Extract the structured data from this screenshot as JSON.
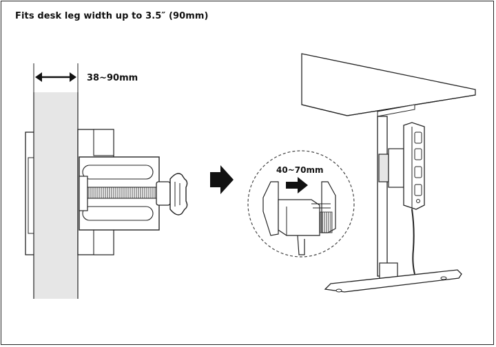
{
  "header": {
    "title": "Fits desk leg width up to 3.5″ (90mm)"
  },
  "left_detail": {
    "leg_width_label": "38~90mm"
  },
  "inset_detail": {
    "clamp_range_label": "40~70mm"
  },
  "icons": {
    "transition_arrow": "right-arrow-icon",
    "range_arrow": "right-arrow-icon"
  },
  "colors": {
    "line": "#222222",
    "leg_fill": "#e6e6e6",
    "arrow_fill": "#111111"
  }
}
